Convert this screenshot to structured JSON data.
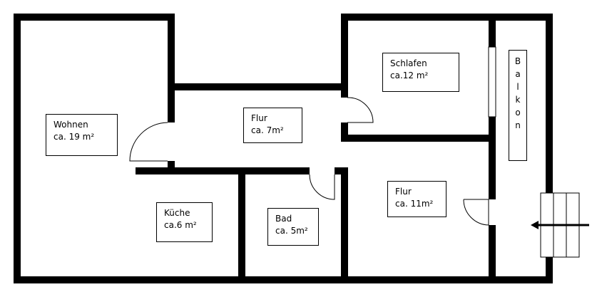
{
  "title": "Grundriss Wohnung",
  "rooms": [
    {
      "id": "wohnen",
      "name": "Wohnen",
      "area": "ca. 19 m²"
    },
    {
      "id": "flur1",
      "name": "Flur",
      "area": "ca. 7m²"
    },
    {
      "id": "schlafen",
      "name": "Schlafen",
      "area": "ca.12 m²"
    },
    {
      "id": "kueche",
      "name": "Küche",
      "area": "ca.6 m²"
    },
    {
      "id": "bad",
      "name": "Bad",
      "area": "ca. 5m²"
    },
    {
      "id": "flur2",
      "name": "Flur",
      "area": "ca. 11m²"
    }
  ],
  "balkon": {
    "label": "Balkon",
    "letters": [
      "B",
      "a",
      "l",
      "k",
      "o",
      "n"
    ]
  },
  "entrance": {
    "icon": "arrow-left-icon",
    "description": "Eingang"
  }
}
